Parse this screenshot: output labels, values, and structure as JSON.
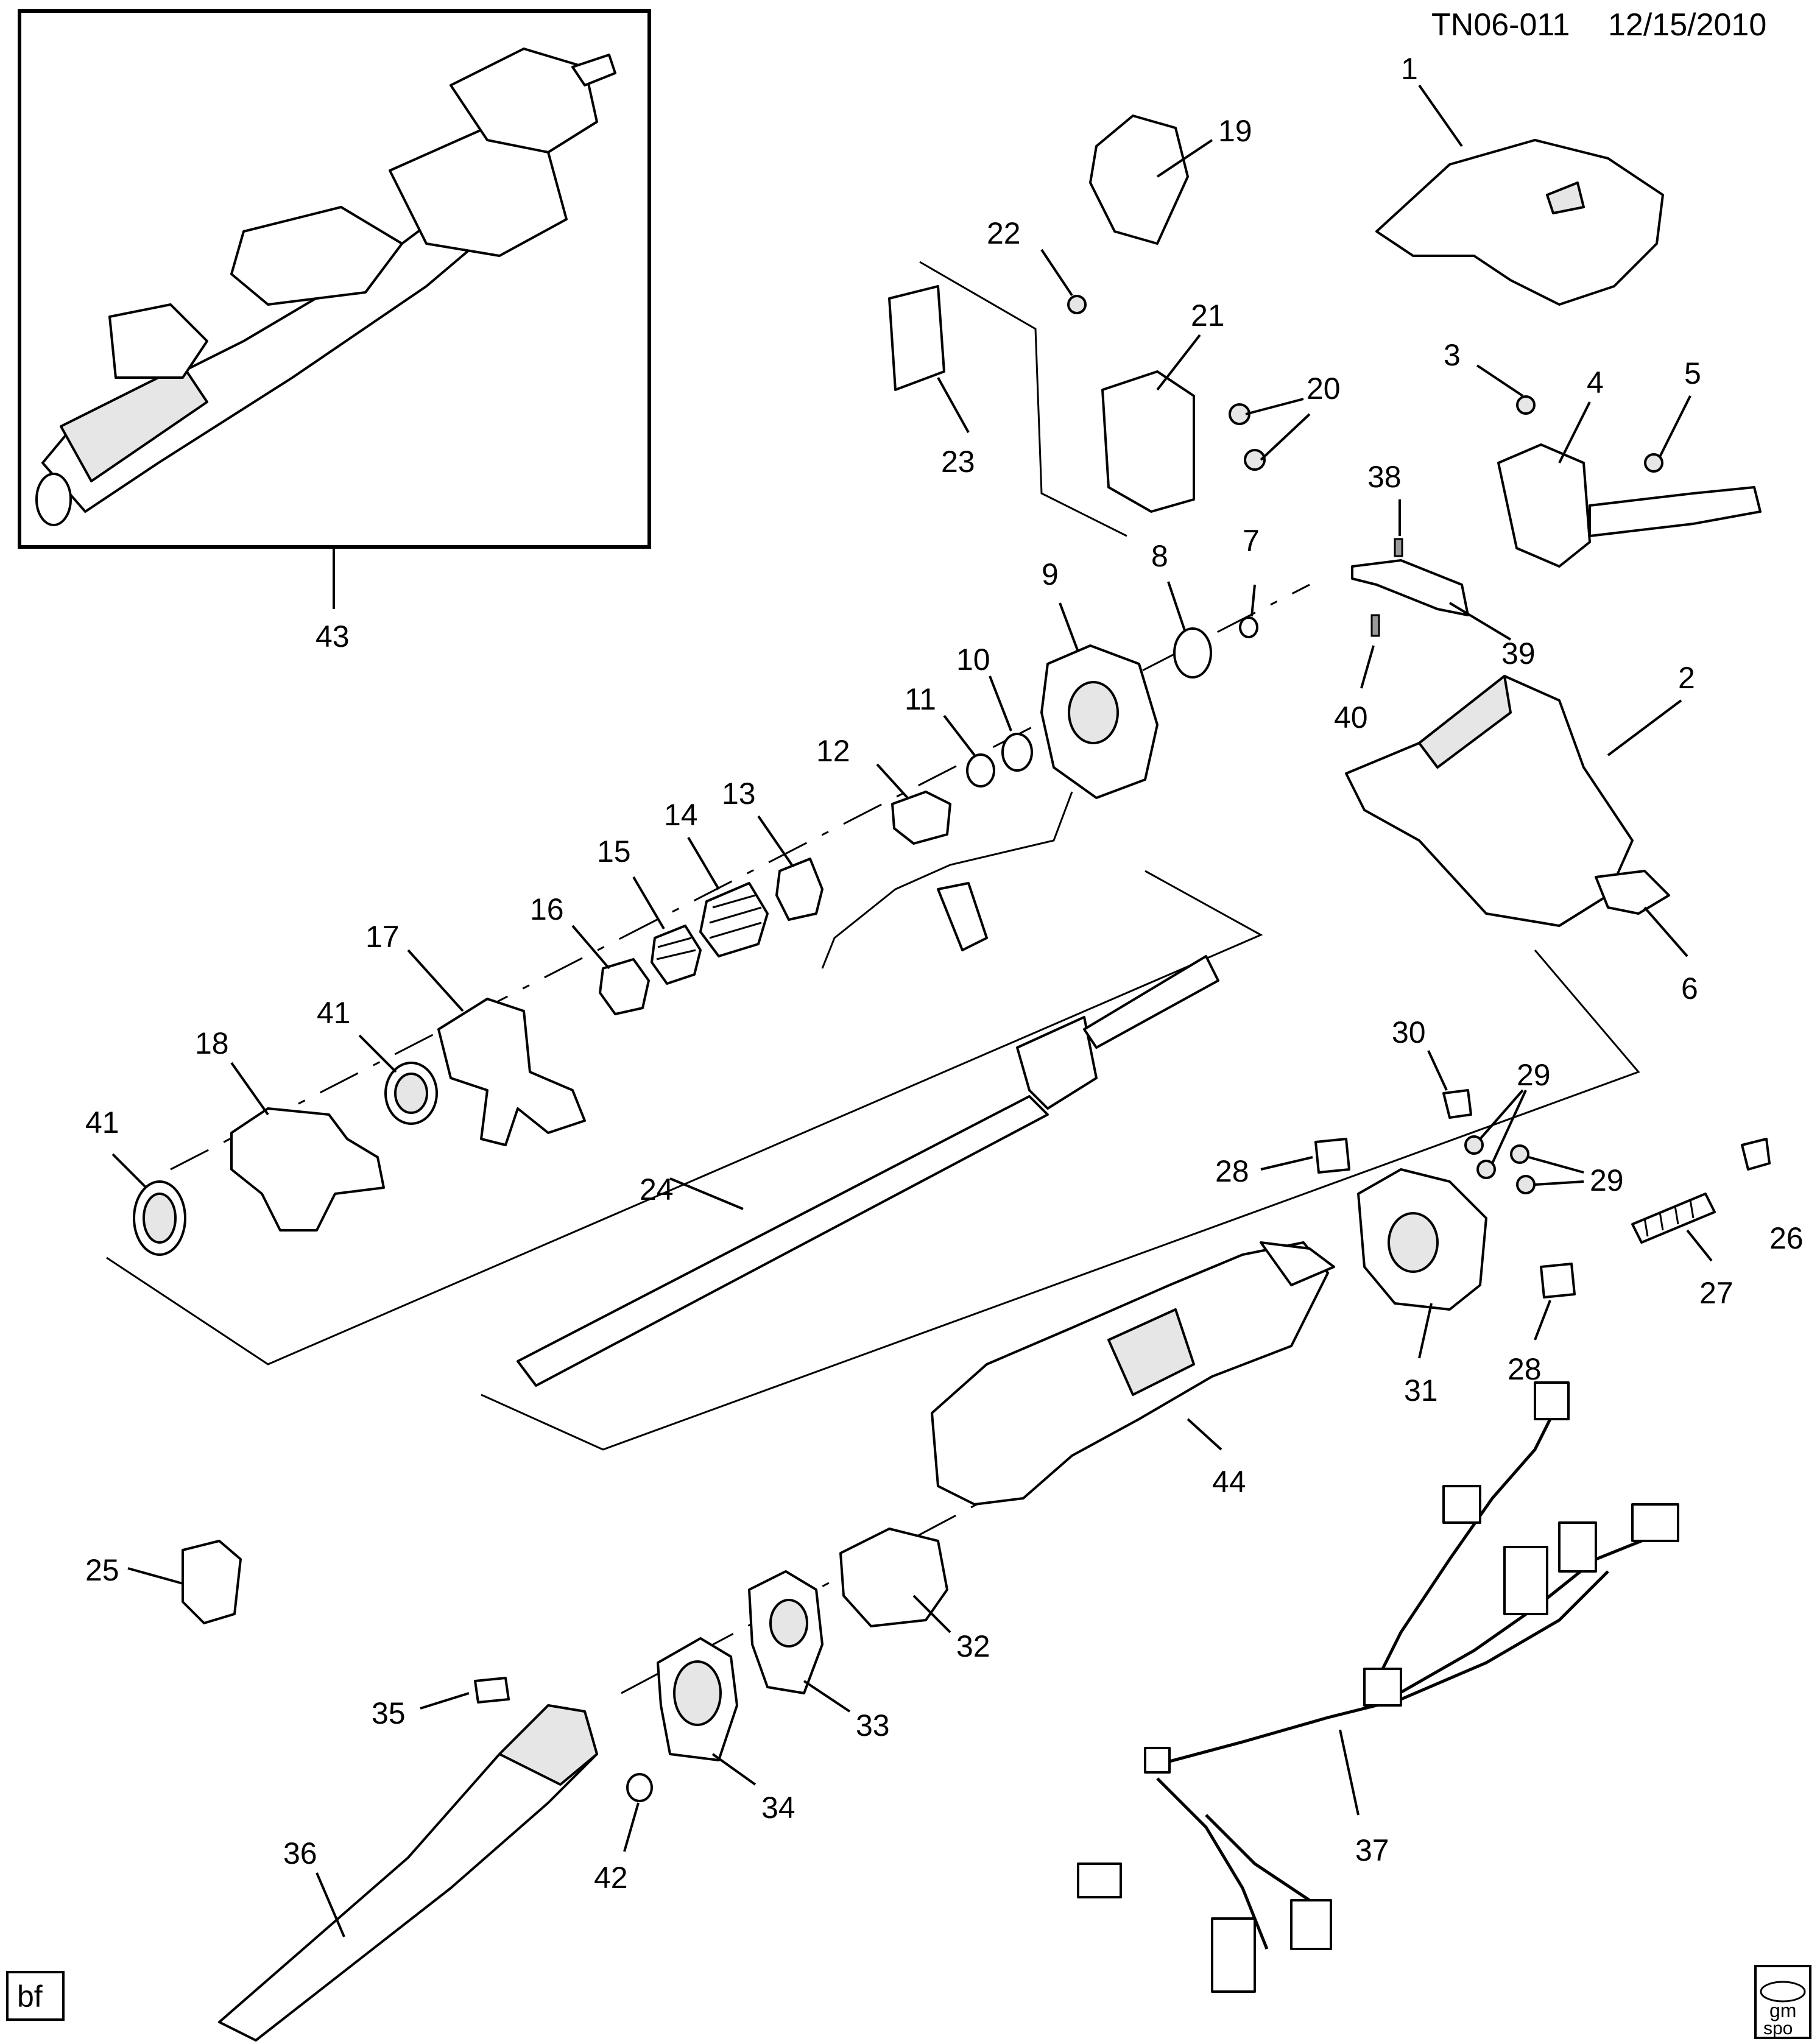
{
  "header": {
    "doc_id": "TN06-011",
    "date": "12/15/2010"
  },
  "footer": {
    "artist_code": "bf",
    "logo_top": "gm",
    "logo_bottom": "spo"
  },
  "callouts": {
    "c1": "1",
    "c2": "2",
    "c3": "3",
    "c4": "4",
    "c5": "5",
    "c6": "6",
    "c7": "7",
    "c8": "8",
    "c9": "9",
    "c10": "10",
    "c11": "11",
    "c12": "12",
    "c13": "13",
    "c14": "14",
    "c15": "15",
    "c16": "16",
    "c17": "17",
    "c18": "18",
    "c19": "19",
    "c20": "20",
    "c21": "21",
    "c22": "22",
    "c23": "23",
    "c24": "24",
    "c25": "25",
    "c26": "26",
    "c27": "27",
    "c28a": "28",
    "c28b": "28",
    "c29a": "29",
    "c29b": "29",
    "c30": "30",
    "c31": "31",
    "c32": "32",
    "c33": "33",
    "c34": "34",
    "c35": "35",
    "c36": "36",
    "c37": "37",
    "c38": "38",
    "c39": "39",
    "c40": "40",
    "c41a": "41",
    "c41b": "41",
    "c42": "42",
    "c43": "43",
    "c44": "44"
  }
}
